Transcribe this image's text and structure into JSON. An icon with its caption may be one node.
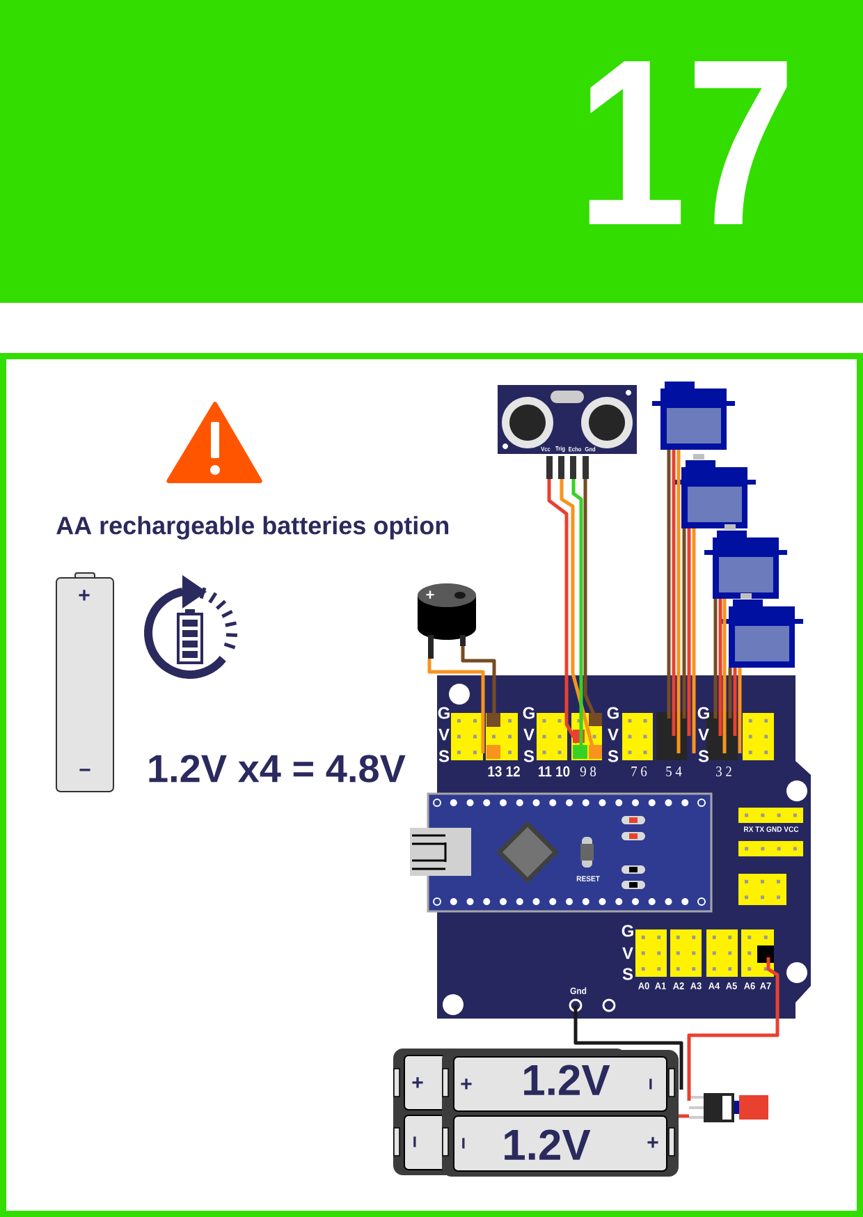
{
  "diagram": {
    "nodes": [
      {
        "text": [],
        "shape": "picture"
      },
      {
        "text": [],
        "shape": "picture"
      },
      {
        "text": [],
        "shape": "picture"
      },
      {
        "text": [],
        "shape": "picture"
      },
      {
        "text": [],
        "shape": "picture"
      },
      {
        "text": [],
        "shape": "picture"
      },
      {
        "text": [],
        "shape": "picture"
      },
      {
        "text": [],
        "shape": "picture"
      },
      {
        "text": [],
        "shape": "picture"
      }
    ],
    "edges": [
      {
        "from": 0,
        "to": 6,
        "arrow": "none",
        "color": "#e8412f"
      },
      {
        "from": 0,
        "to": 6,
        "arrow": "none",
        "color": "#f7931e"
      },
      {
        "from": 0,
        "to": 6,
        "arrow": "none",
        "color": "#39d025"
      },
      {
        "from": 0,
        "to": 6,
        "arrow": "none",
        "color": "#754c24"
      },
      {
        "from": 1,
        "to": 6,
        "arrow": "none",
        "color": "#754c24"
      },
      {
        "from": 1,
        "to": 6,
        "arrow": "none",
        "color": "#e8412f"
      },
      {
        "from": 1,
        "to": 6,
        "arrow": "none",
        "color": "#f7931e"
      },
      {
        "from": 2,
        "to": 6,
        "arrow": "none",
        "color": "#754c24"
      },
      {
        "from": 2,
        "to": 6,
        "arrow": "none",
        "color": "#e8412f"
      },
      {
        "from": 2,
        "to": 6,
        "arrow": "none",
        "color": "#f7931e"
      },
      {
        "from": 3,
        "to": 6,
        "arrow": "none",
        "color": "#754c24"
      },
      {
        "from": 3,
        "to": 6,
        "arrow": "none",
        "color": "#e8412f"
      },
      {
        "from": 3,
        "to": 6,
        "arrow": "none",
        "color": "#f7931e"
      },
      {
        "from": 4,
        "to": 6,
        "arrow": "none",
        "color": "#754c24"
      },
      {
        "from": 4,
        "to": 6,
        "arrow": "none",
        "color": "#e8412f"
      },
      {
        "from": 4,
        "to": 6,
        "arrow": "none",
        "color": "#f7931e"
      },
      {
        "from": 5,
        "to": 6,
        "arrow": "none",
        "color": "#f7931e"
      },
      {
        "from": 5,
        "to": 6,
        "arrow": "none",
        "color": "#754c24"
      },
      {
        "from": 6,
        "to": 7,
        "arrow": "none",
        "color": "#1a1a1a"
      },
      {
        "from": 6,
        "to": 8,
        "arrow": "none",
        "color": "#e8412f"
      },
      {
        "from": 7,
        "to": 8,
        "arrow": "none",
        "color": "#e8412f"
      }
    ],
    "labels": [
      "17",
      "AA rechargeable batteries option",
      "+",
      "−",
      "Vcc",
      "Trig",
      "Echo",
      "Gnd",
      "+",
      "1.2V x4 = 4.8V",
      "G",
      "V",
      "S",
      "G",
      "V",
      "S",
      "G",
      "V",
      "S",
      "G",
      "V",
      "S",
      "13 12",
      "11 10",
      "9 8",
      "7 6",
      "5 4",
      "3 2",
      "RX TX GND VCC",
      "RESET",
      "G",
      "V",
      "S",
      "A0",
      "A1",
      "A2",
      "A3",
      "A4",
      "A5",
      "A6",
      "A7",
      "Gnd",
      "+",
      "+",
      "1.2V",
      "−",
      "−",
      "−",
      "1.2V",
      "+"
    ]
  }
}
